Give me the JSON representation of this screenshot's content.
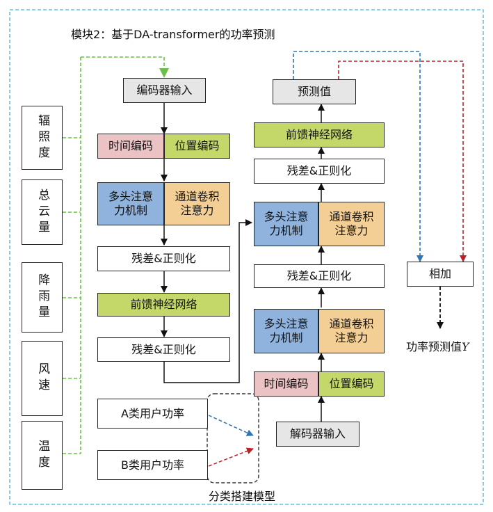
{
  "module_title": "模块2：基于DA-transformer的功率预测",
  "inputs": [
    "辐照度",
    "总云量",
    "降雨量",
    "风速",
    "温度"
  ],
  "encoder": {
    "input": "编码器输入",
    "time_enc": "时间编码",
    "pos_enc": "位置编码",
    "mha": "多头注意\n力机制",
    "channel_att": "通道卷积\n注意力",
    "norm1": "残差&正则化",
    "ffn": "前馈神经网络",
    "norm2": "残差&正则化"
  },
  "decoder": {
    "input": "解码器输入",
    "time_enc": "时间编码",
    "pos_enc": "位置编码",
    "mha1": "多头注意\n力机制",
    "channel_att1": "通道卷积\n注意力",
    "norm1": "残差&正则化",
    "mha2": "多头注意\n力机制",
    "channel_att2": "通道卷积\n注意力",
    "norm2": "残差&正则化",
    "ffn": "前馈神经网络",
    "pred": "预测值"
  },
  "classes": {
    "a_label": "A类用户功率",
    "b_label": "B类用户功率",
    "group_label": "分类搭建模型"
  },
  "output": {
    "add": "相加",
    "final_prefix": "功率预测值",
    "final_var": "Y"
  },
  "colors": {
    "frame_border": "#4ab0d9",
    "input_link": "#6cc04a",
    "blue_arrow": "#2f75b5",
    "red_arrow": "#b8222a",
    "pink": "#ecc3c5",
    "green": "#c4d86a",
    "blue_box": "#8fb3dd",
    "orange_box": "#f3cf95",
    "grey_box": "#e6e6e6"
  }
}
